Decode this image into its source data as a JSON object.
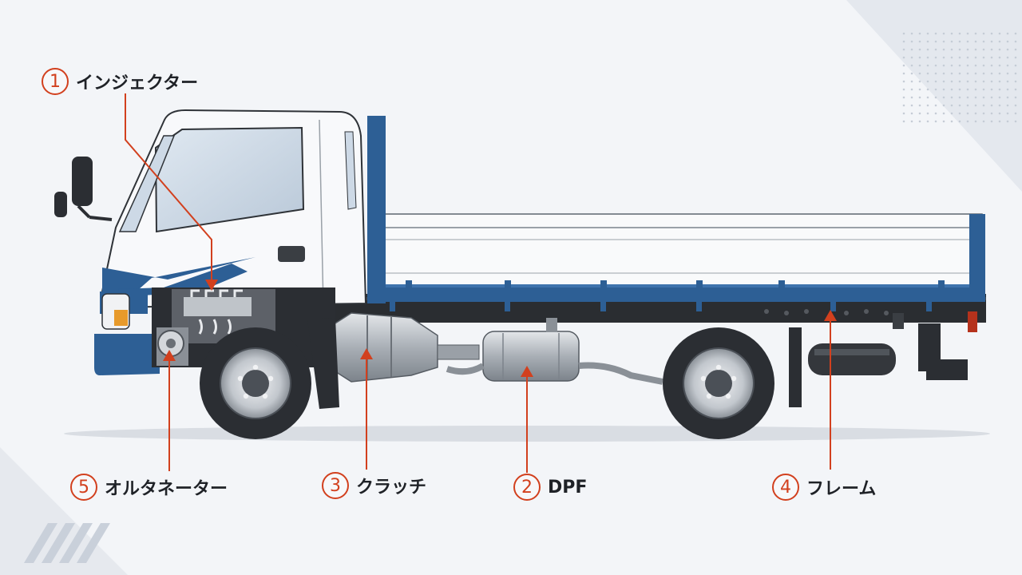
{
  "colors": {
    "accent": "#d2401e",
    "truck_blue": "#2d5f95",
    "cab_white": "#f8f9fb",
    "background": "#f3f5f8"
  },
  "callouts": [
    {
      "id": "1",
      "number": "1",
      "label": "インジェクター"
    },
    {
      "id": "2",
      "number": "2",
      "label": "DPF"
    },
    {
      "id": "3",
      "number": "3",
      "label": "クラッチ"
    },
    {
      "id": "4",
      "number": "4",
      "label": "フレーム"
    },
    {
      "id": "5",
      "number": "5",
      "label": "オルタネーター"
    }
  ]
}
